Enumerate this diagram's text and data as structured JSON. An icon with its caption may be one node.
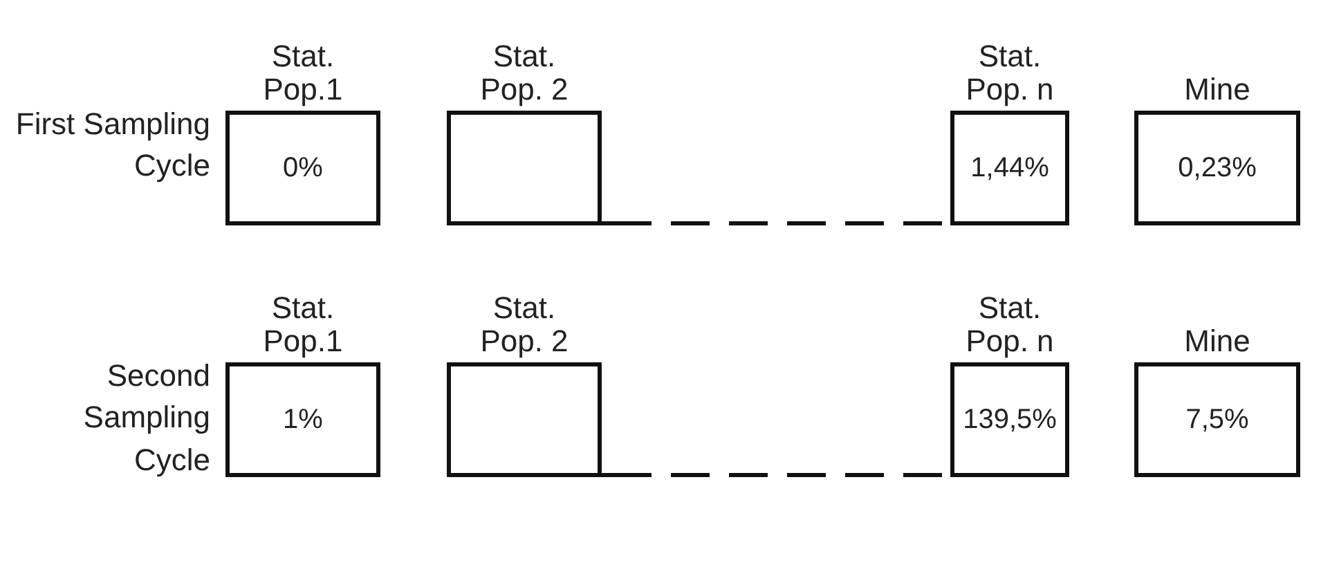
{
  "diagram": {
    "nodes": [
      {
        "text": [
          "Stat. Pop.1",
          "0%"
        ]
      },
      {
        "text": [
          "Stat. Pop. 2"
        ]
      },
      {
        "text": [
          "Stat. Pop. n",
          "1,44%"
        ]
      },
      {
        "text": [
          "Mine",
          "0,23%"
        ]
      },
      {
        "text": [
          "Stat. Pop.1",
          "1%"
        ]
      },
      {
        "text": [
          "Stat. Pop. 2"
        ]
      },
      {
        "text": [
          "Stat. Pop. n",
          "139,5%"
        ]
      },
      {
        "text": [
          "Mine",
          "7,5%"
        ]
      }
    ],
    "edges": [
      {
        "from": 1,
        "to": 2,
        "arrow": "none",
        "style": "dashed"
      },
      {
        "from": 5,
        "to": 6,
        "arrow": "none",
        "style": "dashed"
      }
    ],
    "labels": [
      "First Sampling Cycle",
      "Second Sampling Cycle"
    ]
  }
}
